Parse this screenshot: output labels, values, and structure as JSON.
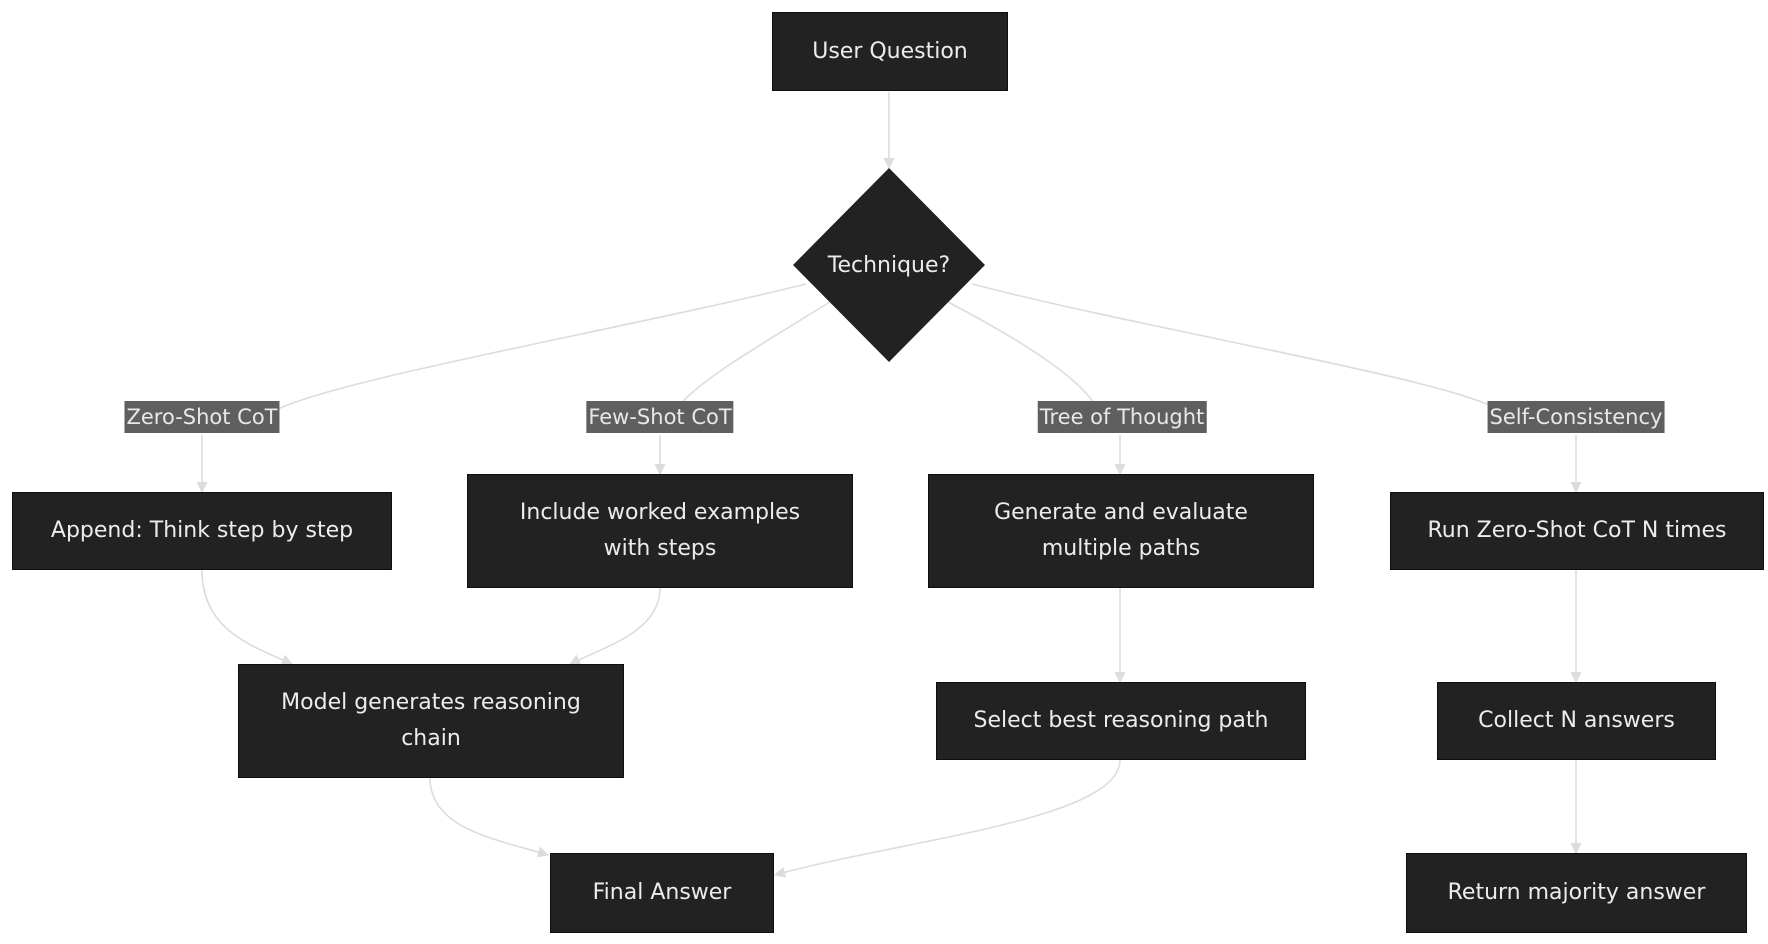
{
  "diagram": {
    "nodes": {
      "user_question": "User Question",
      "technique": "Technique?",
      "append_think": "Append: Think step by step",
      "include_examples": [
        "Include worked examples",
        "with steps"
      ],
      "generate_evaluate": [
        "Generate and evaluate",
        "multiple paths"
      ],
      "run_zero_shot": "Run Zero-Shot CoT N times",
      "model_generates": [
        "Model generates reasoning",
        "chain"
      ],
      "select_best": "Select best reasoning path",
      "collect_answers": "Collect N answers",
      "final_answer": "Final Answer",
      "return_majority": "Return majority answer"
    },
    "edge_labels": {
      "zero_shot": "Zero-Shot CoT",
      "few_shot": "Few-Shot CoT",
      "tree_of_thought": "Tree of Thought",
      "self_consistency": "Self-Consistency"
    },
    "colors": {
      "node_fill": "#222222",
      "node_text": "#ececec",
      "edge_stroke": "#dcdcdc",
      "edge_label_fill": "#5f5f5f",
      "edge_label_text": "#e8e8e8"
    }
  }
}
